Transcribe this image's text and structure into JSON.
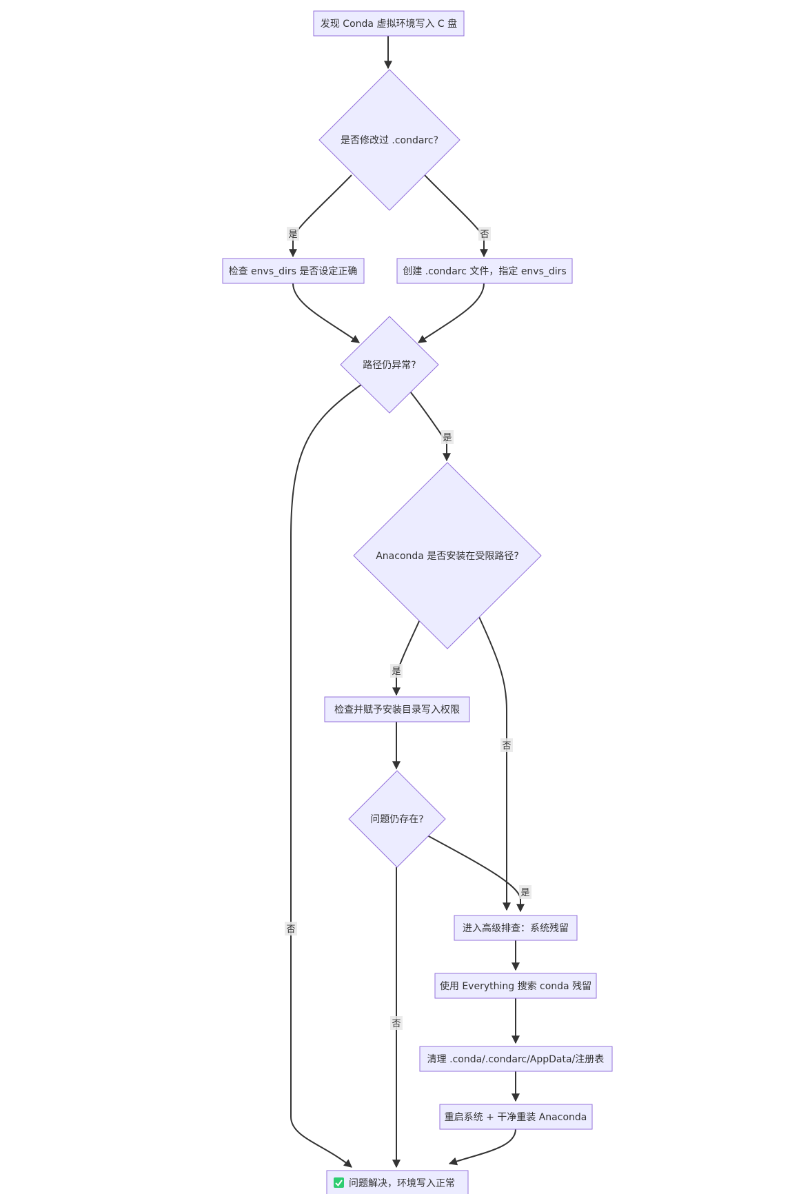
{
  "nodes": {
    "start": "发现 Conda 虚拟环境写入 C 盘",
    "q_modified": "是否修改过 .condarc?",
    "check_envs": "检查 envs_dirs 是否设定正确",
    "create_condarc": "创建 .condarc 文件，指定 envs_dirs",
    "q_path_abnormal": "路径仍异常?",
    "q_anaconda_restricted": "Anaconda 是否安装在受限路径?",
    "grant_permission": "检查并赋予安装目录写入权限",
    "q_problem_persists": "问题仍存在?",
    "advanced_check": "进入高级排查：系统残留",
    "everything_search": "使用 Everything 搜索 conda 残留",
    "cleanup": "清理 .conda/.condarc/AppData/注册表",
    "reinstall": "重启系统 + 干净重装 Anaconda",
    "resolved": "问题解决，环境写入正常"
  },
  "edge_labels": {
    "modified_yes": "是",
    "modified_no": "否",
    "path_yes": "是",
    "path_no": "否",
    "restricted_yes": "是",
    "restricted_no": "否",
    "persists_yes": "是",
    "persists_no": "否"
  },
  "icons": {
    "resolved": "check-mark-icon"
  },
  "colors": {
    "node_fill": "#ECECFF",
    "node_stroke": "#9370DB",
    "edge": "#333333",
    "check": "#2ECC71"
  }
}
